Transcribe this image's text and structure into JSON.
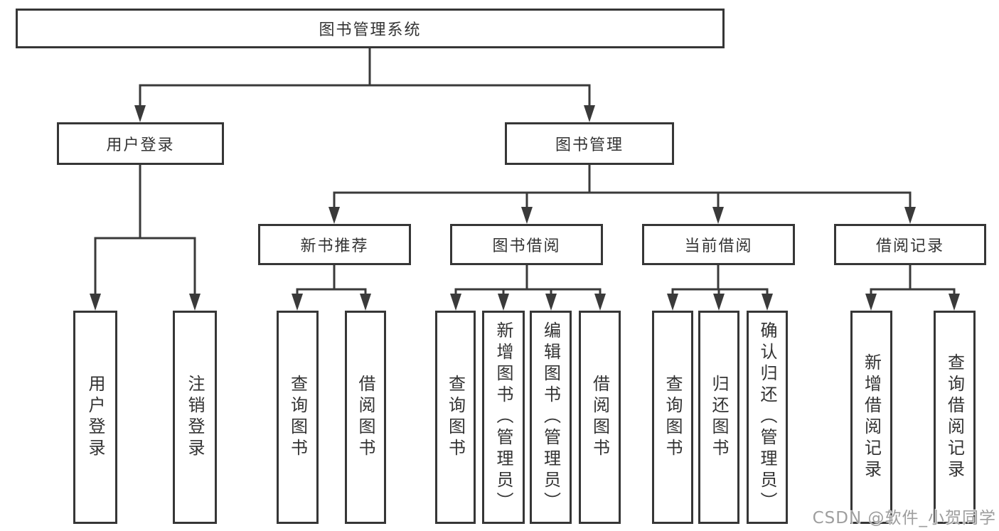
{
  "colors": {
    "line": "#3a3a3a",
    "box_border": "#363636",
    "text": "#333333",
    "background": "#ffffff",
    "watermark": "#9e9e9e"
  },
  "watermark": "CSDN @软件_小贺同学",
  "tree": {
    "label": "图书管理系统",
    "children": [
      {
        "label": "用户登录",
        "children": [
          {
            "label": "用户登录"
          },
          {
            "label": "注销登录"
          }
        ]
      },
      {
        "label": "图书管理",
        "children": [
          {
            "label": "新书推荐",
            "children": [
              {
                "label": "查询图书"
              },
              {
                "label": "借阅图书"
              }
            ]
          },
          {
            "label": "图书借阅",
            "children": [
              {
                "label": "查询图书"
              },
              {
                "label": "新增图书（管理员）"
              },
              {
                "label": "编辑图书（管理员）"
              },
              {
                "label": "借阅图书"
              }
            ]
          },
          {
            "label": "当前借阅",
            "children": [
              {
                "label": "查询图书"
              },
              {
                "label": "归还图书"
              },
              {
                "label": "确认归还（管理员）"
              }
            ]
          },
          {
            "label": "借阅记录",
            "children": [
              {
                "label": "新增借阅记录"
              },
              {
                "label": "查询借阅记录"
              }
            ]
          }
        ]
      }
    ]
  }
}
